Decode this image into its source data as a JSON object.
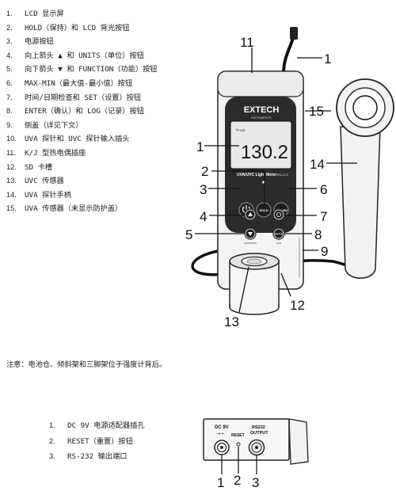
{
  "main_list": [
    {
      "num": "1.",
      "text": "LCD 显示屏"
    },
    {
      "num": "2.",
      "text": "HOLD（保持）和 LCD 背光按钮"
    },
    {
      "num": "3.",
      "text": "电源按钮"
    },
    {
      "num": "4.",
      "text": "向上箭头 ▲ 和 UNITS（单位）按钮"
    },
    {
      "num": "5.",
      "text": "向下箭头 ▼ 和 FUNCTION（功能）按钮"
    },
    {
      "num": "6.",
      "text": "MAX-MIN（最大值-最小值）按钮"
    },
    {
      "num": "7.",
      "text": "时间/日期检查和 SET（设置）按钮"
    },
    {
      "num": "8.",
      "text": "ENTER（确认）和 LOG（记录）按钮"
    },
    {
      "num": "9.",
      "text": "侧盖（详见下文）"
    },
    {
      "num": "10.",
      "text": "UVA 探针和 UVC 探针输入插头"
    },
    {
      "num": "11.",
      "text": "K/J 型热电偶插座"
    },
    {
      "num": "12.",
      "text": "SD 卡槽"
    },
    {
      "num": "13.",
      "text": "UVC 传感器"
    },
    {
      "num": "14.",
      "text": "UVA 探针手柄"
    },
    {
      "num": "15.",
      "text": "UVA 传感器（未显示防护盖）"
    }
  ],
  "note": "注意：电池仓、倾斜架和三脚架位于强度计背后。",
  "rear_list": [
    {
      "num": "1.",
      "text": "DC 9V 电源适配器插孔"
    },
    {
      "num": "2.",
      "text": "RESET（重置）按钮"
    },
    {
      "num": "3.",
      "text": "RS-232 输出端口"
    }
  ],
  "meter": {
    "brand": "EXTECH",
    "brand_sub": "INSTRUMENTS",
    "display_value": "130.2",
    "display_unit": "°F-cal",
    "model_label": "UVA/UVC Light Meter",
    "model_number": "SDL470",
    "btn_hold": "HOLD",
    "btn_maxmin": "MAX MIN",
    "btn_enter": "ENTER",
    "lbl_unit": "UNIT",
    "lbl_zero": "ZERO",
    "lbl_set": "SET",
    "lbl_function": "FUNCTION",
    "lbl_log": "LOG"
  },
  "callouts": {
    "c1a": "1",
    "c11": "11",
    "c15": "15",
    "c1b": "1",
    "c14": "14",
    "c2": "2",
    "c3": "3",
    "c6": "6",
    "c4": "4",
    "c7": "7",
    "c5": "5",
    "c8": "8",
    "c9": "9",
    "c12": "12",
    "c13": "13"
  },
  "rear_panel": {
    "dc_label": "DC 9V",
    "reset_label": "RESET",
    "rs232_label_1": "RS232",
    "rs232_label_2": "OUTPUT",
    "c1": "1",
    "c2": "2",
    "c3": "3"
  },
  "colors": {
    "meter_body": "#f2f2f2",
    "panel": "#2b2b2b",
    "lcd_bg": "#e8e8e8",
    "button": "#1e1e1e"
  }
}
